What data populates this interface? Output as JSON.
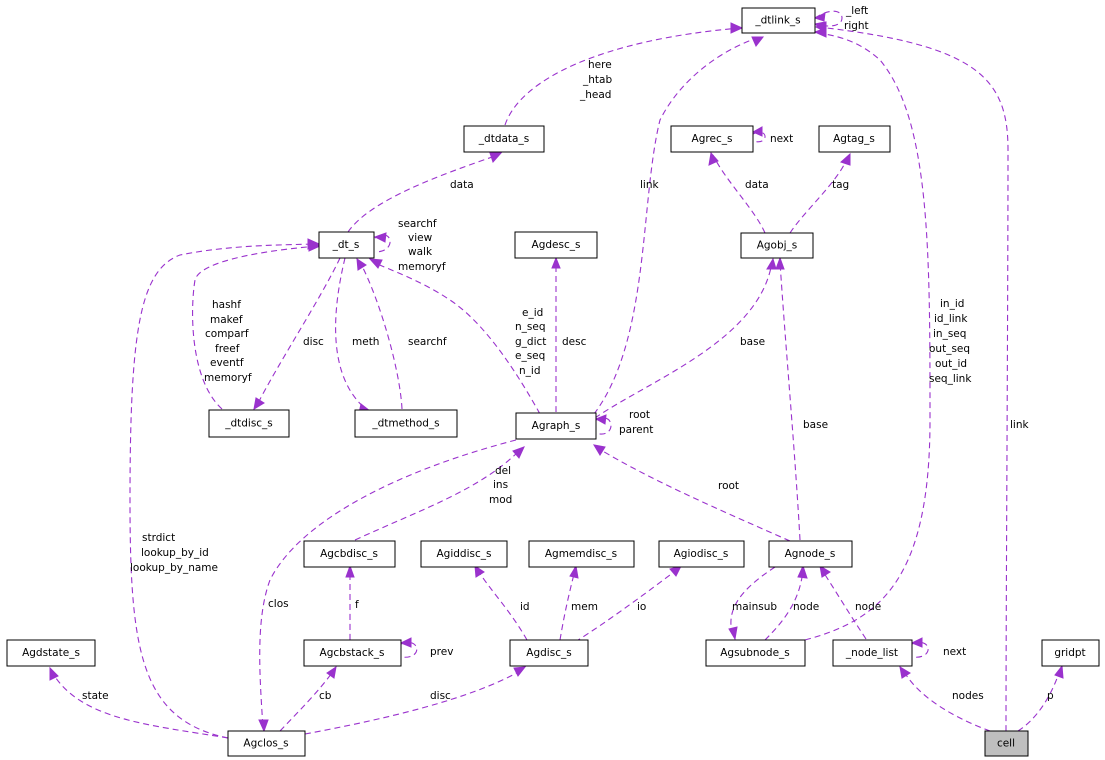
{
  "diagram": {
    "colors": {
      "edge": "#9a32cd",
      "node_border": "#000000",
      "highlight_fill": "#bfbfbf"
    },
    "nodes": {
      "dtlink_s": "_dtlink_s",
      "dtdata_s": "_dtdata_s",
      "dt_s": "_dt_s",
      "dtdisc_s": "_dtdisc_s",
      "dtmethod_s": "_dtmethod_s",
      "Agrec_s": "Agrec_s",
      "Agtag_s": "Agtag_s",
      "Agobj_s": "Agobj_s",
      "Agdesc_s": "Agdesc_s",
      "Agraph_s": "Agraph_s",
      "Agcbdisc_s": "Agcbdisc_s",
      "Agiddisc_s": "Agiddisc_s",
      "Agmemdisc_s": "Agmemdisc_s",
      "Agiodisc_s": "Agiodisc_s",
      "Agnode_s": "Agnode_s",
      "Agdstate_s": "Agdstate_s",
      "Agcbstack_s": "Agcbstack_s",
      "Agdisc_s": "Agdisc_s",
      "Agsubnode_s": "Agsubnode_s",
      "node_list": "_node_list",
      "gridpt": "gridpt",
      "Agclos_s": "Agclos_s",
      "cell": "cell"
    },
    "edge_labels": {
      "dtlink_self": [
        "_left",
        "right"
      ],
      "dtdata_dtlink": [
        "here",
        "_htab",
        "_head"
      ],
      "agraph_dtlink": [
        "link"
      ],
      "agsubnode_dtlink": [
        "in_id",
        "id_link",
        "in_seq",
        "out_seq",
        "out_id",
        "seq_link"
      ],
      "cell_dtlink": [
        "link"
      ],
      "agrec_self": [
        "next"
      ],
      "agobj_agrec": [
        "data"
      ],
      "agobj_agtag": [
        "tag"
      ],
      "dt_dtdata": [
        "data"
      ],
      "dt_self": [
        "searchf",
        "view",
        "walk",
        "memoryf"
      ],
      "dtdisc_dt": [
        "hashf",
        "makef",
        "comparf",
        "freef",
        "eventf",
        "memoryf"
      ],
      "dt_dtdisc": [
        "disc"
      ],
      "dt_dtmethod": [
        "meth"
      ],
      "dtmethod_dt": [
        "searchf"
      ],
      "agraph_dt": [
        "e_id",
        "n_seq",
        "g_dict",
        "e_seq",
        "n_id"
      ],
      "agraph_agdesc": [
        "desc"
      ],
      "agraph_agobj": [
        "base"
      ],
      "agnode_agobj": [
        "base"
      ],
      "agraph_self": [
        "root",
        "parent"
      ],
      "agnode_agraph": [
        "root"
      ],
      "agcbdisc_agraph": [
        "del",
        "ins",
        "mod"
      ],
      "agclos_dt": [
        "strdict",
        "lookup_by_id",
        "lookup_by_name"
      ],
      "agraph_agclos": [
        "clos"
      ],
      "agcbstack_agcbdisc": [
        "f"
      ],
      "agcbstack_self": [
        "prev"
      ],
      "agdisc_agiddisc": [
        "id"
      ],
      "agdisc_agmemdisc": [
        "mem"
      ],
      "agdisc_agiodisc": [
        "io"
      ],
      "agnode_agsubnode": [
        "mainsub"
      ],
      "agsubnode_agnode": [
        "node"
      ],
      "nodelist_agnode": [
        "node"
      ],
      "nodelist_self": [
        "next"
      ],
      "agclos_agdstate": [
        "state"
      ],
      "agclos_agcbstack": [
        "cb"
      ],
      "agclos_agdisc": [
        "disc"
      ],
      "cell_nodelist": [
        "nodes"
      ],
      "cell_gridpt": [
        "p"
      ]
    }
  }
}
